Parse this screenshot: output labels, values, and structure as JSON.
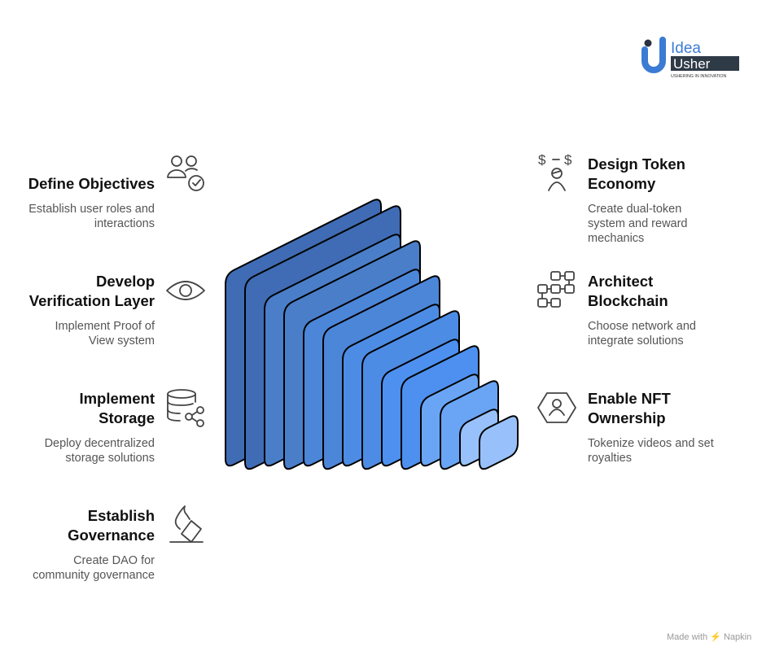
{
  "logo": {
    "line1": "Idea",
    "line2": "Usher",
    "tagline": "USHERING IN INNOVATION"
  },
  "left_items": [
    {
      "title": [
        "Define Objectives"
      ],
      "desc": [
        "Establish user roles and",
        "interactions"
      ],
      "icon": "users-check-icon"
    },
    {
      "title": [
        "Develop",
        "Verification Layer"
      ],
      "desc": [
        "Implement Proof of",
        "View system"
      ],
      "icon": "eye-icon"
    },
    {
      "title": [
        "Implement",
        "Storage"
      ],
      "desc": [
        "Deploy decentralized",
        "storage solutions"
      ],
      "icon": "database-share-icon"
    },
    {
      "title": [
        "Establish",
        "Governance"
      ],
      "desc": [
        "Create DAO for",
        "community governance"
      ],
      "icon": "ballot-vote-icon"
    }
  ],
  "right_items": [
    {
      "title": [
        "Design Token",
        "Economy"
      ],
      "desc": [
        "Create dual-token",
        "system and reward",
        "mechanics"
      ],
      "icon": "token-exchange-user-icon"
    },
    {
      "title": [
        "Architect",
        "Blockchain"
      ],
      "desc": [
        "Choose network and",
        "integrate solutions"
      ],
      "icon": "blockchain-nodes-icon"
    },
    {
      "title": [
        "Enable NFT",
        "Ownership"
      ],
      "desc": [
        "Tokenize videos and set",
        "royalties"
      ],
      "icon": "hexagon-user-icon"
    }
  ],
  "stack_colors": [
    "#3f6cb4",
    "#4a7ec9",
    "#4c86d8",
    "#4d8ce4",
    "#4d90ef",
    "#6aa5f5",
    "#98c1fb"
  ],
  "footer": {
    "made_with": "Made with",
    "brand": "Napkin"
  }
}
